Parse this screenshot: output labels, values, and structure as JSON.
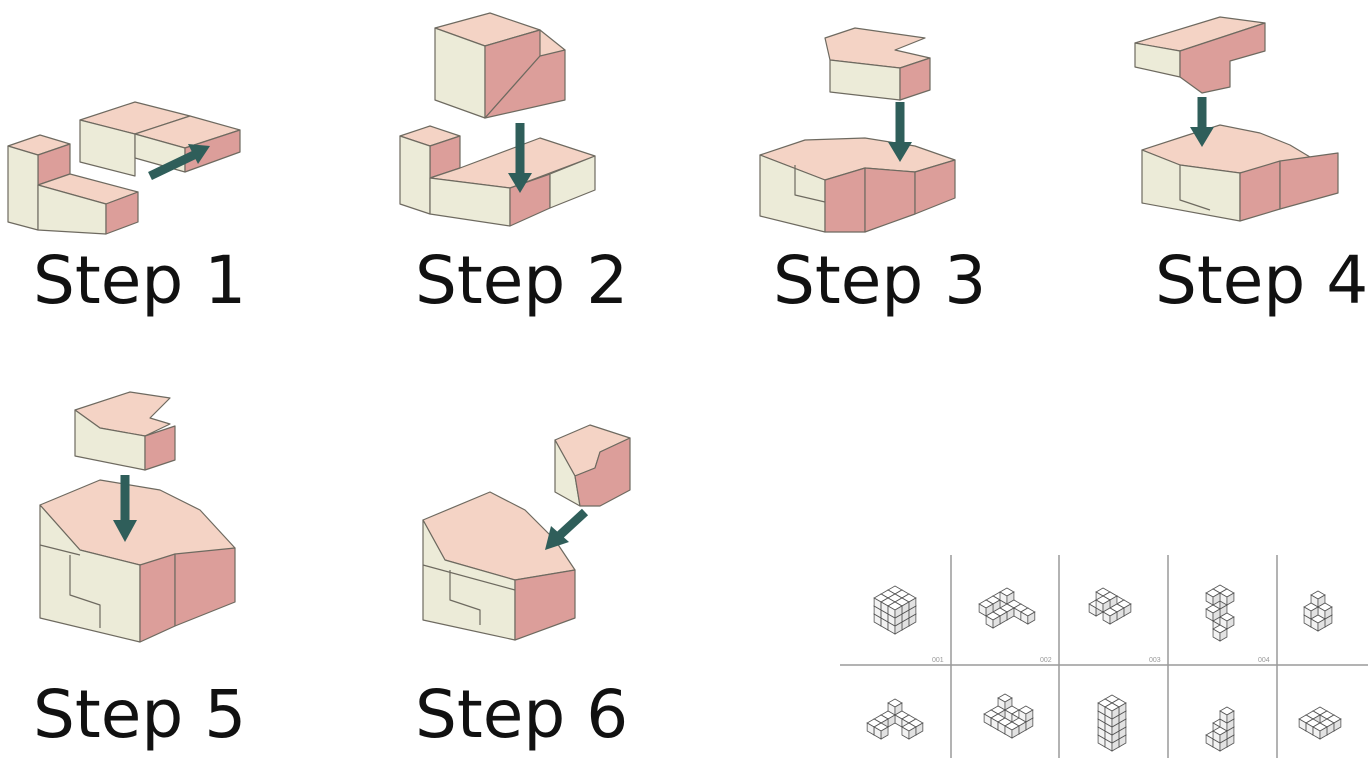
{
  "steps": [
    {
      "id": 1,
      "label": "Step 1"
    },
    {
      "id": 2,
      "label": "Step 2"
    },
    {
      "id": 3,
      "label": "Step 3"
    },
    {
      "id": 4,
      "label": "Step 4"
    },
    {
      "id": 5,
      "label": "Step 5"
    },
    {
      "id": 6,
      "label": "Step 6"
    }
  ],
  "colors": {
    "top_face": "#f4d3c5",
    "left_face": "#ecebd8",
    "right_face": "#dc9e9a",
    "edge": "#6e6a60",
    "arrow": "#2f5e5a",
    "grid": "#9a9a9a",
    "mini_cube": "#ffffff"
  },
  "catalog": {
    "cell_numbers": [
      "001",
      "002",
      "003",
      "004"
    ]
  }
}
